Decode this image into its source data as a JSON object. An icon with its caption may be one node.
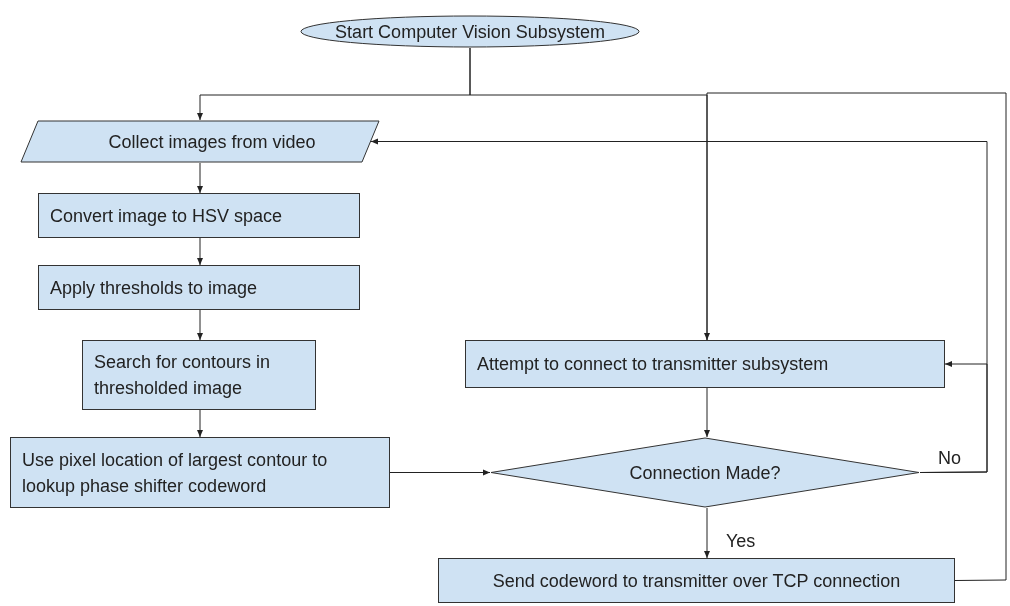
{
  "diagram": {
    "nodes": [
      {
        "text": [
          "Start Computer Vision Subsystem"
        ]
      },
      {
        "text": [
          "Collect images from video"
        ]
      },
      {
        "text": [
          "Convert image to HSV space"
        ]
      },
      {
        "text": [
          "Apply thresholds to image"
        ]
      },
      {
        "text": [
          "Search for contours in thresholded image"
        ]
      },
      {
        "text": [
          "Use pixel location of largest contour to lookup phase shifter codeword"
        ]
      },
      {
        "text": [
          "Attempt to connect to transmitter subsystem"
        ]
      },
      {
        "text": [
          "Connection Made?"
        ]
      },
      {
        "text": [
          "Send codeword to transmitter over TCP connection"
        ]
      }
    ],
    "edges": [
      {
        "from": 0,
        "to": 1,
        "arrow": "to"
      },
      {
        "from": 0,
        "to": 6,
        "arrow": "none"
      },
      {
        "from": 1,
        "to": 2,
        "arrow": "to"
      },
      {
        "from": 2,
        "to": 3,
        "arrow": "to"
      },
      {
        "from": 3,
        "to": 4,
        "arrow": "to"
      },
      {
        "from": 4,
        "to": 5,
        "arrow": "to"
      },
      {
        "from": 5,
        "to": 7,
        "arrow": "to"
      },
      {
        "from": 6,
        "to": 7,
        "arrow": "to"
      },
      {
        "from": 7,
        "to": 6,
        "arrow": "to",
        "label": "No"
      },
      {
        "from": 7,
        "to": 1,
        "arrow": "to"
      },
      {
        "from": 7,
        "to": 8,
        "arrow": "to",
        "label": "Yes"
      },
      {
        "from": 8,
        "to": 6,
        "arrow": "to"
      }
    ]
  }
}
